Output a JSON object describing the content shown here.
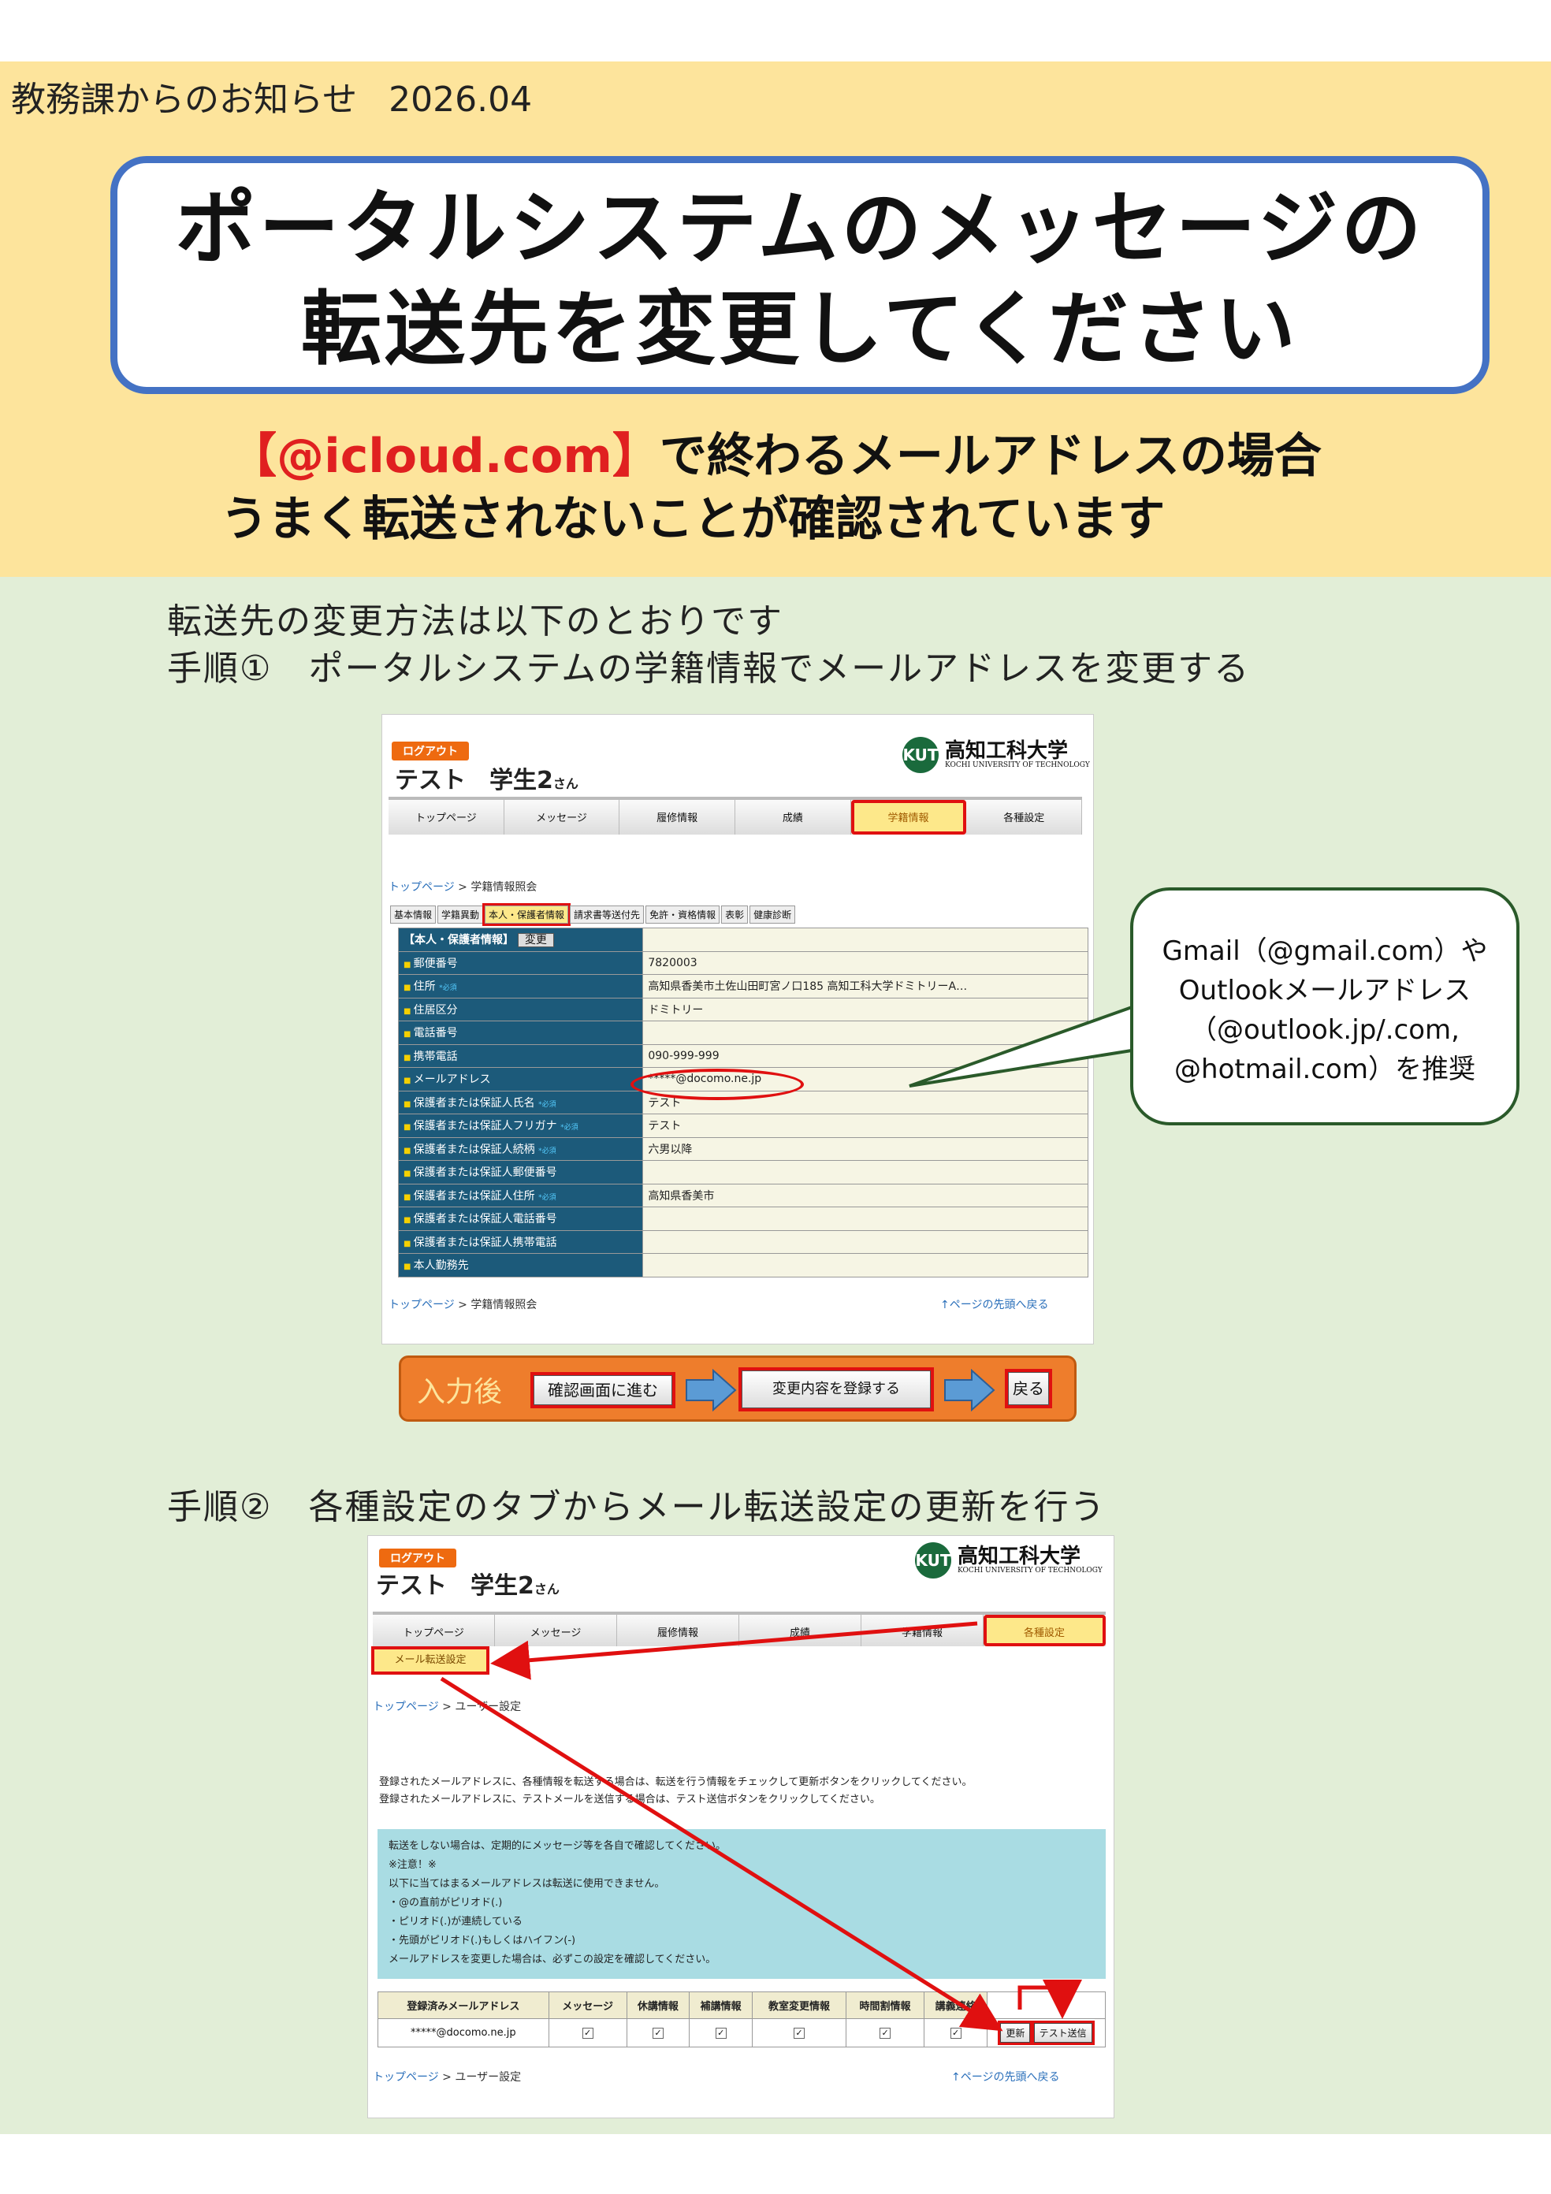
{
  "header": {
    "label": "教務課からのお知らせ",
    "date": "2026.04"
  },
  "title": {
    "line1": "ポータルシステムのメッセージの",
    "line2": "転送先を変更してください"
  },
  "notice": {
    "red_part": "【@icloud.com】",
    "line1_rest": "で終わるメールアドレスの場合",
    "line2": "うまく転送されないことが確認されています"
  },
  "intro": "転送先の変更方法は以下のとおりです",
  "step1": "手順①　ポータルシステムの学籍情報でメールアドレスを変更する",
  "step2": "手順②　各種設定のタブからメール転送設定の更新を行う",
  "portal": {
    "logout": "ログアウト",
    "user_name": "テスト　学生2",
    "user_suffix": "さん",
    "logo_title": "高知工科大学",
    "logo_sub": "KOCHI UNIVERSITY OF TECHNOLOGY",
    "logo_mark": "KUT",
    "nav": [
      "トップページ",
      "メッセージ",
      "履修情報",
      "成績",
      "学籍情報",
      "各種設定"
    ]
  },
  "shot1": {
    "breadcrumb_link": "トップページ",
    "breadcrumb_sep": " > ",
    "breadcrumb_page": "学籍情報照会",
    "subtabs": [
      "基本情報",
      "学籍異動",
      "本人・保護者情報",
      "請求書等送付先",
      "免許・資格情報",
      "表彰",
      "健康診断"
    ],
    "section_title": "【本人・保護者情報】",
    "change_button": "変更",
    "required_mark": "*必須",
    "rows": [
      {
        "label": "郵便番号",
        "value": "7820003"
      },
      {
        "label": "住所",
        "value": "高知県香美市土佐山田町宮ノ口185  高知工科大学ドミトリーA…"
      },
      {
        "label": "住居区分",
        "value": "ドミトリー"
      },
      {
        "label": "電話番号",
        "value": ""
      },
      {
        "label": "携帯電話",
        "value": "090-999-999"
      },
      {
        "label": "メールアドレス",
        "value": "*****@docomo.ne.jp"
      },
      {
        "label": "保護者または保証人氏名",
        "value": "テスト"
      },
      {
        "label": "保護者または保証人フリガナ",
        "value": "テスト"
      },
      {
        "label": "保護者または保証人続柄",
        "value": "六男以降"
      },
      {
        "label": "保護者または保証人郵便番号",
        "value": ""
      },
      {
        "label": "保護者または保証人住所",
        "value": "高知県香美市"
      },
      {
        "label": "保護者または保証人電話番号",
        "value": ""
      },
      {
        "label": "保護者または保証人携帯電話",
        "value": ""
      },
      {
        "label": "本人勤務先",
        "value": ""
      }
    ],
    "back_to_top": "↑ページの先頭へ戻る"
  },
  "callout": {
    "line1": "Gmail（@gmail.com）や",
    "line2": "Outlookメールアドレス",
    "line3": "（@outlook.jp/.com,",
    "line4": "@hotmail.com）を推奨"
  },
  "input_bar": {
    "label": "入力後",
    "confirm_button": "確認画面に進む",
    "register_button": "変更内容を登録する",
    "back_button": "戻る"
  },
  "shot2": {
    "mail_forward_tab": "メール転送設定",
    "breadcrumb_link": "トップページ",
    "breadcrumb_sep": " > ",
    "breadcrumb_page": "ユーザー設定",
    "desc1": "登録されたメールアドレスに、各種情報を転送する場合は、転送を行う情報をチェックして更新ボタンをクリックしてください。",
    "desc2": "登録されたメールアドレスに、テストメールを送信する場合は、テスト送信ボタンをクリックしてください。",
    "note_lines": [
      "転送をしない場合は、定期的にメッセージ等を各自で確認してください。",
      "※注意！※",
      "以下に当てはまるメールアドレスは転送に使用できません。",
      "・@の直前がピリオド(.)",
      "・ピリオド(.)が連続している",
      "・先頭がピリオド(.)もしくはハイフン(-)",
      "メールアドレスを変更した場合は、必ずこの設定を確認してください。"
    ],
    "table_headers": [
      "登録済みメールアドレス",
      "メッセージ",
      "休講情報",
      "補講情報",
      "教室変更情報",
      "時間割情報",
      "講義連絡",
      ""
    ],
    "table_email": "*****@docomo.ne.jp",
    "check_mark": "✓",
    "update_button": "更新",
    "test_button": "テスト送信",
    "back_to_top": "↑ページの先頭へ戻る"
  },
  "colors": {
    "title_border": "#4472c4",
    "top_band": "#fde49c",
    "green_band": "#e2eed7",
    "highlight_red": "#e01010",
    "accent_orange": "#ee7d2c"
  }
}
